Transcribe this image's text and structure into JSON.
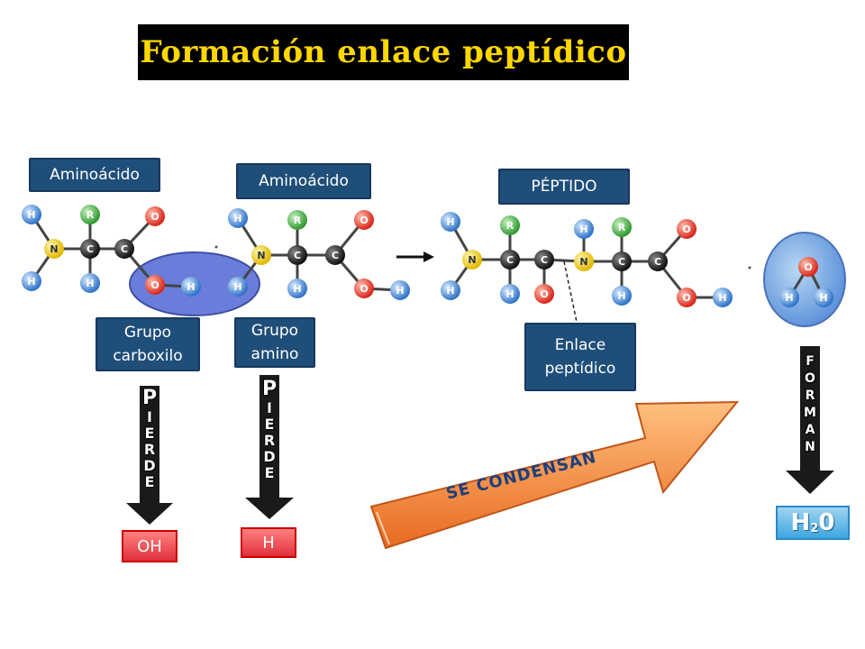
{
  "title": "Formación enlace peptídico",
  "labels": {
    "aminoacido_1": "Aminoácido",
    "aminoacido_2": "Aminoácido",
    "peptido": "PÉPTIDO",
    "grupo_carboxilo": "Grupo carboxilo",
    "grupo_amino": "Grupo amino",
    "enlace_peptidico": "Enlace peptídico"
  },
  "arrows": {
    "pierde_1": [
      "P",
      "I",
      "E",
      "R",
      "D",
      "E"
    ],
    "pierde_2": [
      "P",
      "I",
      "E",
      "R",
      "D",
      "E"
    ],
    "forman": [
      "F",
      "O",
      "R",
      "M",
      "A",
      "N"
    ],
    "se_condensan": "SE CONDENSAN"
  },
  "results": {
    "oh": "OH",
    "h": "H",
    "water_main": "H",
    "water_sub": "2",
    "water_tail": "0"
  },
  "atoms": {
    "h": "H",
    "n": "N",
    "c": "C",
    "o": "O",
    "r": "R"
  },
  "colors": {
    "title_bg": "#000000",
    "title_text": "#ffd700",
    "label_bg": "#1f4e79",
    "atom_h": "#4a90e2",
    "atom_n": "#f5d000",
    "atom_c": "#222222",
    "atom_o": "#e83a2a",
    "atom_r": "#3aa83a",
    "highlight": "#5a6fd6",
    "pierde_arrow": "#1a1a1a",
    "condensa_arrow": "#f08a3a",
    "pill_red": "#e0303a",
    "water_blue": "#3ea6e0"
  }
}
